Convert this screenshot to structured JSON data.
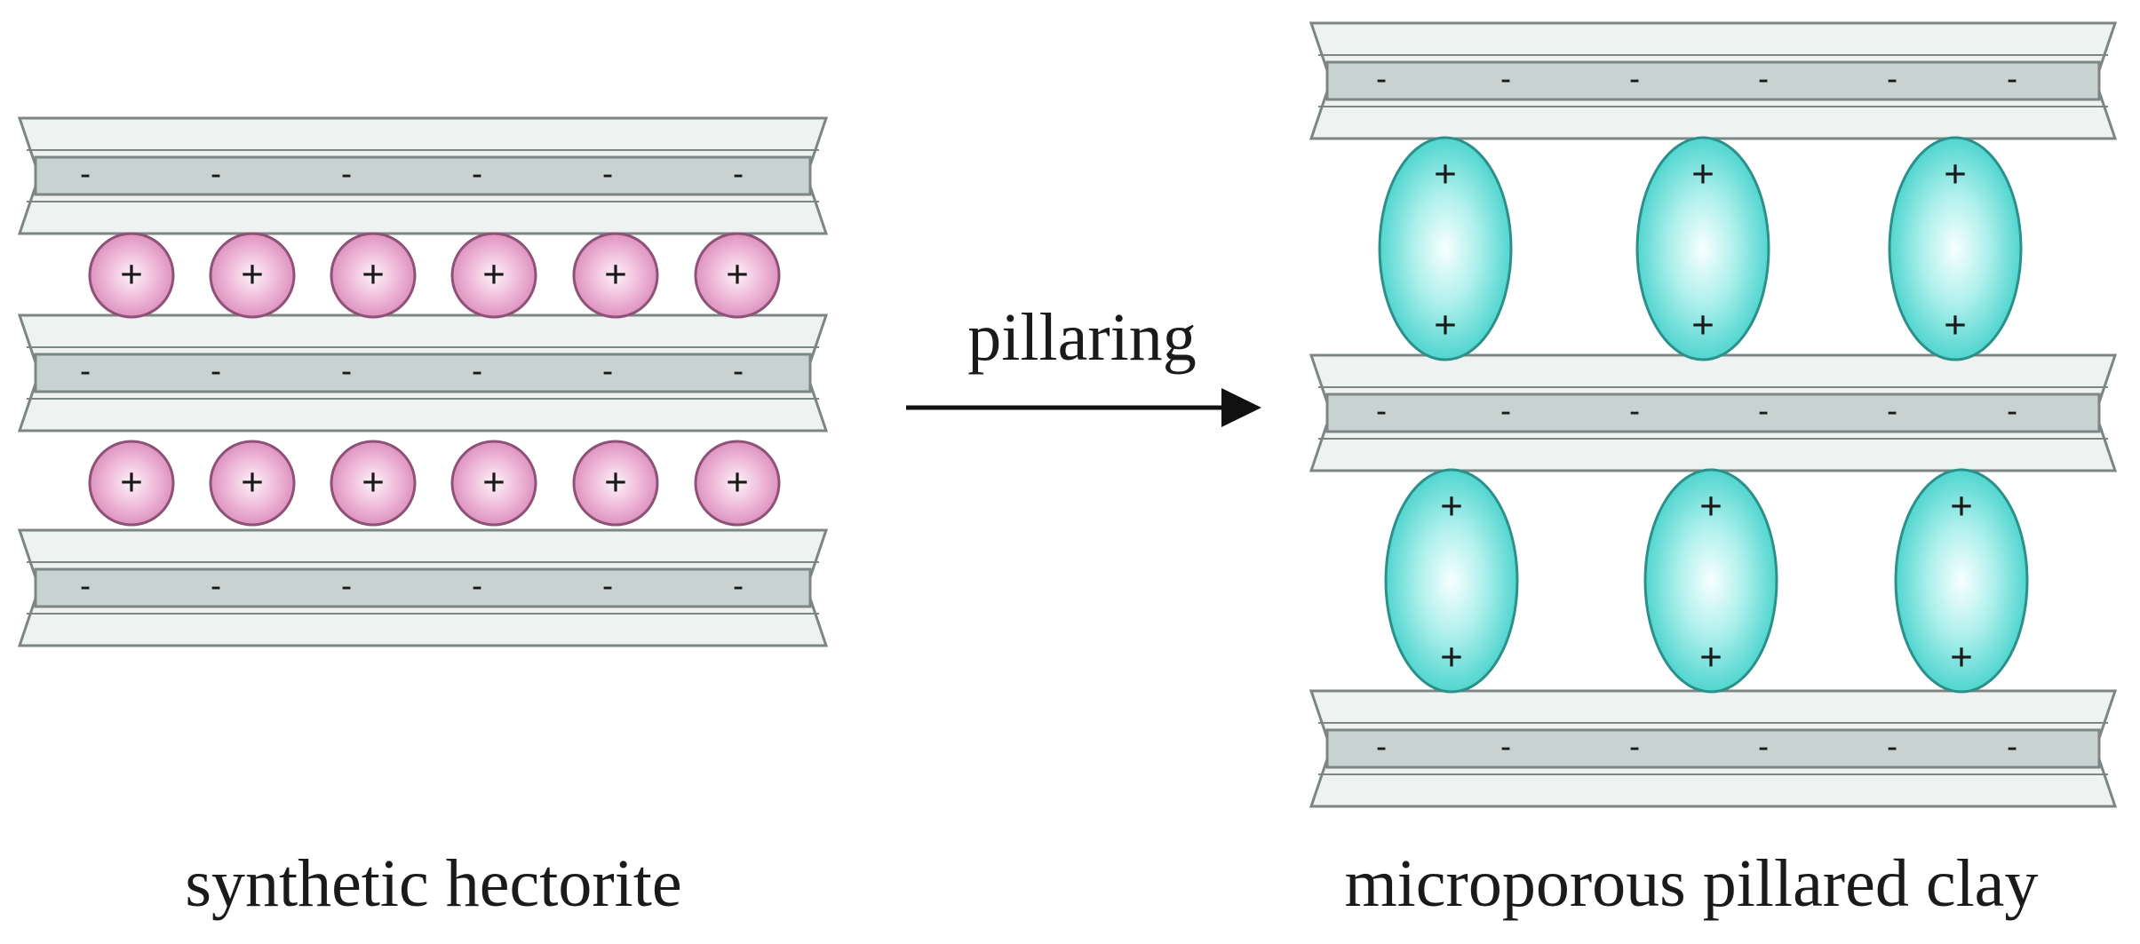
{
  "diagram": {
    "left_caption": "synthetic hectorite",
    "right_caption": "microporous pillared clay",
    "arrow_label": "pillaring",
    "layer_charge_symbol": "-",
    "cation_charge_symbol": "+",
    "colors": {
      "layer_face": "#eef2f1",
      "layer_core": "#c8d2d0",
      "layer_edge": "#7c8685",
      "cation_fill": "#e8a6cf",
      "cation_stroke": "#8e5276",
      "pillar_fill": "#57d8d2",
      "pillar_stroke": "#2b8f8a",
      "text": "#1a1a1a"
    }
  }
}
